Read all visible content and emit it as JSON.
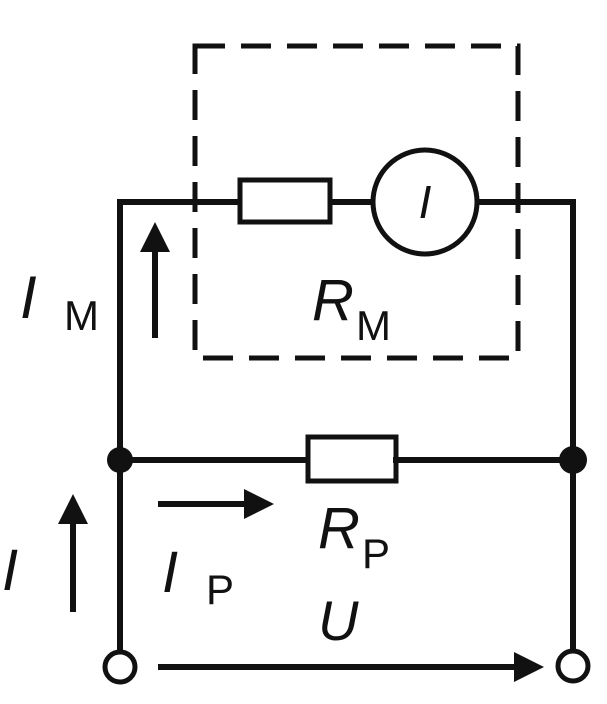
{
  "labels": {
    "meter_symbol": "I",
    "meter_current": "I",
    "meter_current_sub": "M",
    "meter_resistance": "R",
    "meter_resistance_sub": "M",
    "shunt_resistance": "R",
    "shunt_resistance_sub": "P",
    "shunt_current": "I",
    "shunt_current_sub": "P",
    "total_current": "I",
    "voltage": "U"
  },
  "colors": {
    "ink": "#111111",
    "background": "#ffffff"
  }
}
